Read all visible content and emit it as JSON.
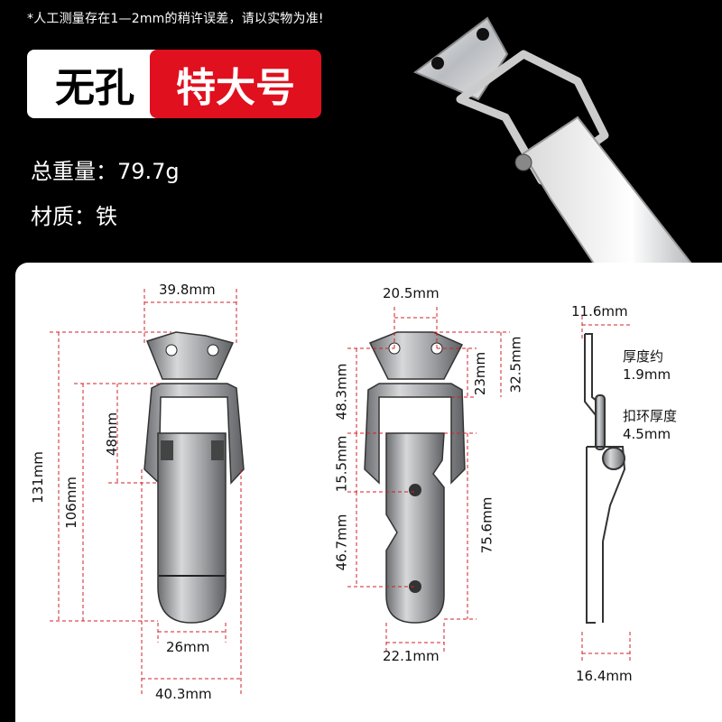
{
  "note": "*人工测量存在1—2mm的稍许误差，请以实物为准!",
  "badge": {
    "white": "无孔",
    "red": "特大号"
  },
  "specs": {
    "weight": "总重量：79.7g",
    "material": "材质：铁"
  },
  "colors": {
    "accent_red": "#e0101e",
    "dimension_line": "#d0202a",
    "background": "#000000"
  },
  "diagram1": {
    "top_width": "39.8mm",
    "height_total": "131mm",
    "height_inner": "106mm",
    "loop": "48mm",
    "body_width": "26mm",
    "bottom_width": "40.3mm"
  },
  "diagram2": {
    "hole_spacing": "20.5mm",
    "d1": "48.3mm",
    "d2": "23mm",
    "d3": "32.5mm",
    "d4": "15.5mm",
    "d5": "46.7mm",
    "d6": "75.6mm",
    "bottom_width": "22.1mm"
  },
  "diagram3": {
    "top": "11.6mm",
    "thickness_label": "厚度约",
    "thickness_value": "1.9mm",
    "ring_label": "扣环厚度",
    "ring_value": "4.5mm",
    "bottom": "16.4mm"
  }
}
